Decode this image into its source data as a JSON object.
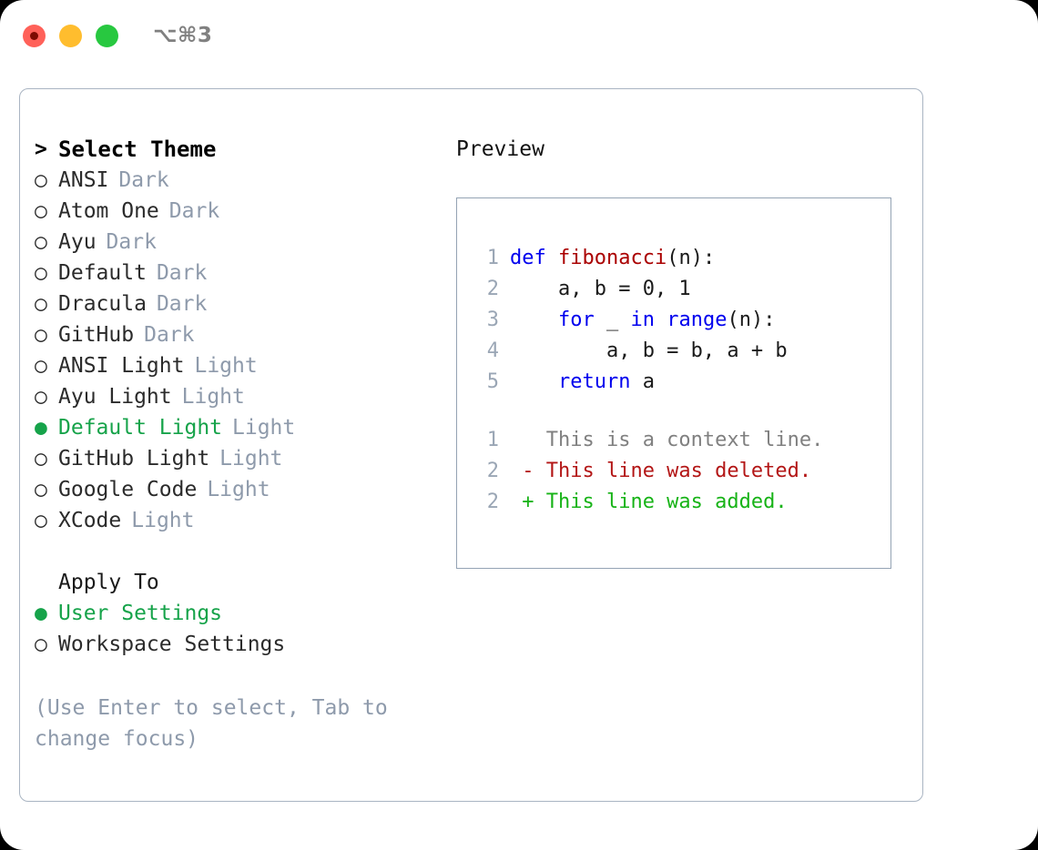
{
  "window": {
    "shortcut": "⌥⌘3",
    "traffic_lights": [
      {
        "name": "close-button",
        "color": "#ff6159"
      },
      {
        "name": "minimize-button",
        "color": "#ffbd2e"
      },
      {
        "name": "maximize-button",
        "color": "#28c840"
      }
    ]
  },
  "colors": {
    "accent_green": "#16a34a",
    "muted": "#8e9aab",
    "keyword_blue": "#0000ee",
    "function_red": "#aa0000",
    "diff_deleted": "#b31616",
    "diff_added": "#17b317",
    "panel_border": "#a9b4c2"
  },
  "theme_list": {
    "header": {
      "marker": ">",
      "label": "Select Theme"
    },
    "items": [
      {
        "marker": "○",
        "label": "ANSI",
        "tag": "Dark",
        "selected": false
      },
      {
        "marker": "○",
        "label": "Atom One",
        "tag": "Dark",
        "selected": false
      },
      {
        "marker": "○",
        "label": "Ayu",
        "tag": "Dark",
        "selected": false
      },
      {
        "marker": "○",
        "label": "Default",
        "tag": "Dark",
        "selected": false
      },
      {
        "marker": "○",
        "label": "Dracula",
        "tag": "Dark",
        "selected": false
      },
      {
        "marker": "○",
        "label": "GitHub",
        "tag": "Dark",
        "selected": false
      },
      {
        "marker": "○",
        "label": "ANSI Light",
        "tag": "Light",
        "selected": false
      },
      {
        "marker": "○",
        "label": "Ayu Light",
        "tag": "Light",
        "selected": false
      },
      {
        "marker": "●",
        "label": "Default Light",
        "tag": "Light",
        "selected": true
      },
      {
        "marker": "○",
        "label": "GitHub Light",
        "tag": "Light",
        "selected": false
      },
      {
        "marker": "○",
        "label": "Google Code",
        "tag": "Light",
        "selected": false
      },
      {
        "marker": "○",
        "label": "XCode",
        "tag": "Light",
        "selected": false
      }
    ]
  },
  "apply_to": {
    "header": "Apply To",
    "items": [
      {
        "marker": "●",
        "label": "User Settings",
        "selected": true
      },
      {
        "marker": "○",
        "label": "Workspace Settings",
        "selected": false
      }
    ]
  },
  "hint": "(Use Enter to select, Tab to change focus)",
  "preview": {
    "title": "Preview",
    "code_lines": [
      {
        "lineno": "1",
        "tokens": [
          {
            "text": "def ",
            "kind": "kw"
          },
          {
            "text": "fibonacci",
            "kind": "fn"
          },
          {
            "text": "(n):",
            "kind": "plain"
          }
        ]
      },
      {
        "lineno": "2",
        "tokens": [
          {
            "text": "    a, b = 0, 1",
            "kind": "plain"
          }
        ]
      },
      {
        "lineno": "3",
        "tokens": [
          {
            "text": "    ",
            "kind": "plain"
          },
          {
            "text": "for",
            "kind": "kw"
          },
          {
            "text": " _ ",
            "kind": "plain"
          },
          {
            "text": "in",
            "kind": "kw"
          },
          {
            "text": " ",
            "kind": "plain"
          },
          {
            "text": "range",
            "kind": "kw"
          },
          {
            "text": "(n):",
            "kind": "plain"
          }
        ]
      },
      {
        "lineno": "4",
        "tokens": [
          {
            "text": "        a, b = b, a + b",
            "kind": "plain"
          }
        ]
      },
      {
        "lineno": "5",
        "tokens": [
          {
            "text": "    ",
            "kind": "plain"
          },
          {
            "text": "return",
            "kind": "kw"
          },
          {
            "text": " a",
            "kind": "plain"
          }
        ]
      }
    ],
    "diff_lines": [
      {
        "lineno": "1",
        "tokens": [
          {
            "text": "   This is a context line.",
            "kind": "ctx"
          }
        ]
      },
      {
        "lineno": "2",
        "tokens": [
          {
            "text": " - This line was deleted.",
            "kind": "del"
          }
        ]
      },
      {
        "lineno": "2",
        "tokens": [
          {
            "text": " + This line was added.",
            "kind": "add"
          }
        ]
      }
    ]
  }
}
